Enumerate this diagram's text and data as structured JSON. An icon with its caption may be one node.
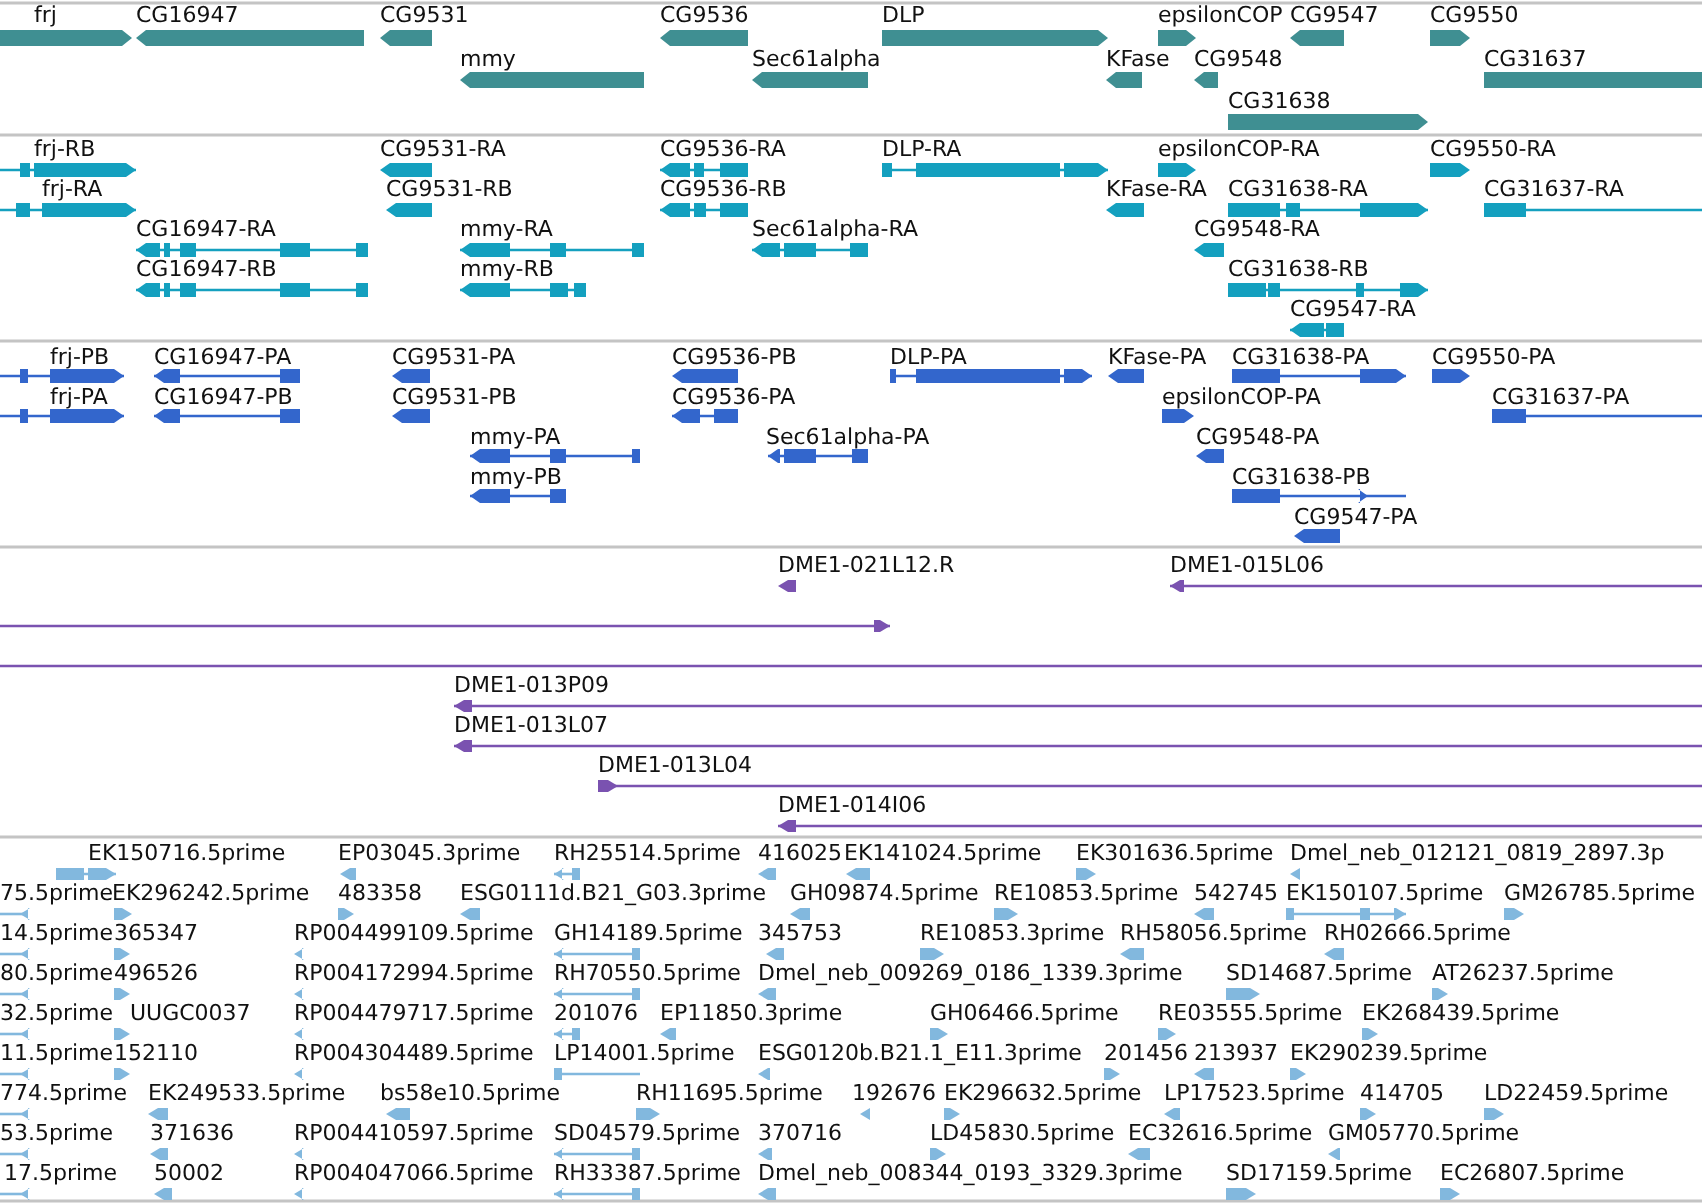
{
  "diagram": {
    "labels": [
      "frj",
      "CG16947",
      "CG9531",
      "CG9536",
      "DLP",
      "epsilonCOP",
      "CG9547",
      "CG9550",
      "mmy",
      "Sec61alpha",
      "KFase",
      "CG9548",
      "CG31637",
      "CG31638",
      "frj-RB",
      "CG9531-RA",
      "CG9536-RA",
      "DLP-RA",
      "epsilonCOP-RA",
      "CG9550-RA",
      "frj-RA",
      "CG9531-RB",
      "CG9536-RB",
      "KFase-RA",
      "CG31638-RA",
      "CG31637-RA",
      "CG16947-RA",
      "mmy-RA",
      "Sec61alpha-RA",
      "CG9548-RA",
      "CG16947-RB",
      "mmy-RB",
      "CG31638-RB",
      "CG9547-RA",
      "frj-PB",
      "CG16947-PA",
      "CG9531-PA",
      "CG9536-PB",
      "DLP-PA",
      "KFase-PA",
      "CG31638-PA",
      "CG9550-PA",
      "frj-PA",
      "CG16947-PB",
      "CG9531-PB",
      "CG9536-PA",
      "epsilonCOP-PA",
      "CG31637-PA",
      "mmy-PA",
      "Sec61alpha-PA",
      "CG9548-PA",
      "mmy-PB",
      "CG31638-PB",
      "CG9547-PA",
      "DME1-021L12.R",
      "DME1-015L06",
      "DME1-013P09",
      "DME1-013L07",
      "DME1-013L04",
      "DME1-014I06",
      "EK150716.5prime",
      "EP03045.3prime",
      "RH25514.5prime",
      "416025",
      "EK141024.5prime",
      "EK301636.5prime",
      "Dmel_neb_012121_0819_2897.3p",
      "75.5prime",
      "EK296242.5prime",
      "483358",
      "ESG0111d.B21_G03.3prime",
      "GH09874.5prime",
      "RE10853.5prime",
      "542745",
      "EK150107.5prime",
      "GM26785.5prime",
      "14.5prime",
      "365347",
      "RP004499109.5prime",
      "GH14189.5prime",
      "345753",
      "RE10853.3prime",
      "RH58056.5prime",
      "RH02666.5prime",
      "80.5prime",
      "496526",
      "RP004172994.5prime",
      "RH70550.5prime",
      "Dmel_neb_009269_0186_1339.3prime",
      "SD14687.5prime",
      "AT26237.5prime",
      "32.5prime",
      "UUGC0037",
      "RP004479717.5prime",
      "201076",
      "EP11850.3prime",
      "GH06466.5prime",
      "RE03555.5prime",
      "EK268439.5prime",
      "11.5prime",
      "152110",
      "RP004304489.5prime",
      "LP14001.5prime",
      "ESG0120b.B21.1_E11.3prime",
      "201456",
      "213937",
      "EK290239.5prime",
      "774.5prime",
      "EK249533.5prime",
      "bs58e10.5prime",
      "RH11695.5prime",
      "192676",
      "EK296632.5prime",
      "LP17523.5prime",
      "414705",
      "LD22459.5prime",
      "53.5prime",
      "371636",
      "RP004410597.5prime",
      "SD04579.5prime",
      "370716",
      "LD45830.5prime",
      "EC32616.5prime",
      "GM05770.5prime",
      "17.5prime",
      "50002",
      "RP004047066.5prime",
      "RH33387.5prime",
      "Dmel_neb_008344_0193_3329.3prime",
      "SD17159.5prime",
      "EC26807.5prime"
    ]
  }
}
